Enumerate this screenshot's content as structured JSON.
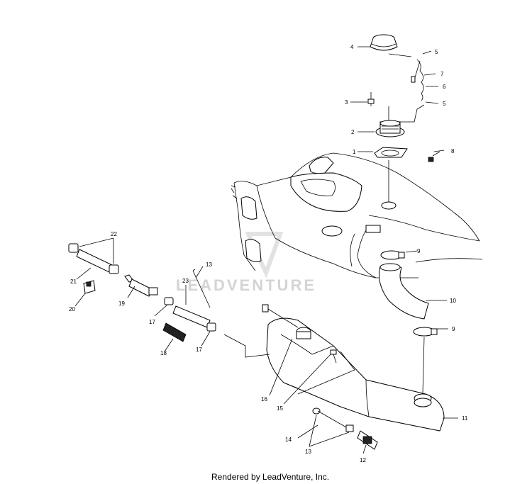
{
  "footer": "Rendered by LeadVenture, Inc.",
  "watermark": "LEADVENTURE",
  "callouts": [
    {
      "id": "c4",
      "text": "4"
    },
    {
      "id": "c5a",
      "text": "5"
    },
    {
      "id": "c7",
      "text": "7"
    },
    {
      "id": "c6",
      "text": "6"
    },
    {
      "id": "c5b",
      "text": "5"
    },
    {
      "id": "c3",
      "text": "3"
    },
    {
      "id": "c2",
      "text": "2"
    },
    {
      "id": "c1",
      "text": "1"
    },
    {
      "id": "c8",
      "text": "8"
    },
    {
      "id": "c22",
      "text": "22"
    },
    {
      "id": "c9a",
      "text": "9"
    },
    {
      "id": "c21",
      "text": "21"
    },
    {
      "id": "c13a",
      "text": "13"
    },
    {
      "id": "c23",
      "text": "23"
    },
    {
      "id": "c20",
      "text": "20"
    },
    {
      "id": "c19",
      "text": "19"
    },
    {
      "id": "c10",
      "text": "10"
    },
    {
      "id": "c17a",
      "text": "17"
    },
    {
      "id": "c9b",
      "text": "9"
    },
    {
      "id": "c18",
      "text": "18"
    },
    {
      "id": "c17b",
      "text": "17"
    },
    {
      "id": "c16",
      "text": "16"
    },
    {
      "id": "c15",
      "text": "15"
    },
    {
      "id": "c11",
      "text": "11"
    },
    {
      "id": "c14",
      "text": "14"
    },
    {
      "id": "c13b",
      "text": "13"
    },
    {
      "id": "c12",
      "text": "12"
    }
  ]
}
